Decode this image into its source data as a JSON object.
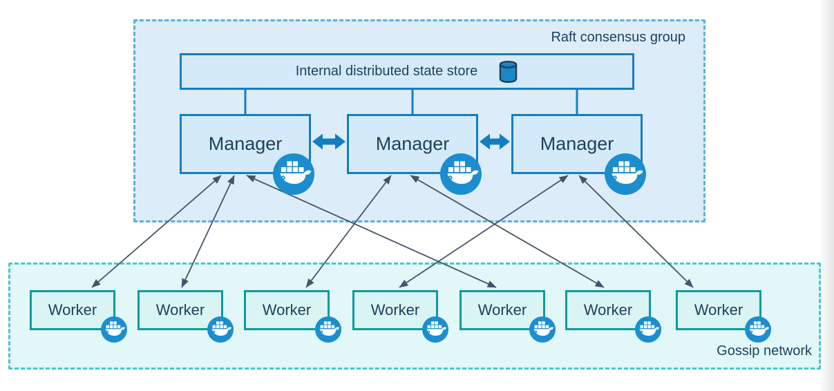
{
  "raft_group": {
    "label": "Raft consensus group",
    "state_store": {
      "label": "Internal distributed state store",
      "icon": "database-cylinder-icon"
    },
    "managers": [
      {
        "id": "manager-1",
        "label": "Manager",
        "icon": "docker-whale-icon"
      },
      {
        "id": "manager-2",
        "label": "Manager",
        "icon": "docker-whale-icon"
      },
      {
        "id": "manager-3",
        "label": "Manager",
        "icon": "docker-whale-icon"
      }
    ]
  },
  "gossip_network": {
    "label": "Gossip network",
    "workers": [
      {
        "id": "worker-1",
        "label": "Worker",
        "icon": "docker-whale-icon"
      },
      {
        "id": "worker-2",
        "label": "Worker",
        "icon": "docker-whale-icon"
      },
      {
        "id": "worker-3",
        "label": "Worker",
        "icon": "docker-whale-icon"
      },
      {
        "id": "worker-4",
        "label": "Worker",
        "icon": "docker-whale-icon"
      },
      {
        "id": "worker-5",
        "label": "Worker",
        "icon": "docker-whale-icon"
      },
      {
        "id": "worker-6",
        "label": "Worker",
        "icon": "docker-whale-icon"
      },
      {
        "id": "worker-7",
        "label": "Worker",
        "icon": "docker-whale-icon"
      }
    ]
  },
  "connections": {
    "store_to_managers": [
      "manager-1",
      "manager-2",
      "manager-3"
    ],
    "manager_peer_links": [
      {
        "from": "manager-1",
        "to": "manager-2",
        "style": "thick-double-arrow"
      },
      {
        "from": "manager-2",
        "to": "manager-3",
        "style": "thick-double-arrow"
      }
    ],
    "manager_worker_links": [
      {
        "from": "manager-1",
        "to": "worker-1",
        "style": "bidirectional"
      },
      {
        "from": "manager-1",
        "to": "worker-2",
        "style": "bidirectional"
      },
      {
        "from": "manager-1",
        "to": "worker-5",
        "style": "bidirectional"
      },
      {
        "from": "manager-2",
        "to": "worker-3",
        "style": "bidirectional"
      },
      {
        "from": "manager-2",
        "to": "worker-6",
        "style": "bidirectional"
      },
      {
        "from": "manager-3",
        "to": "worker-4",
        "style": "bidirectional"
      },
      {
        "from": "manager-3",
        "to": "worker-7",
        "style": "bidirectional"
      }
    ]
  },
  "colors": {
    "raft_fill": "#dcedf9",
    "raft_border": "#5caede",
    "blue_node_fill": "#d5eaf8",
    "blue_node_border": "#147dc2",
    "gossip_fill": "#e1f7f8",
    "gossip_border": "#49c5cc",
    "worker_fill": "#d9f4f2",
    "worker_border": "#0e9a9e",
    "docker_blue": "#1c8dce",
    "link_line": "#42566a",
    "text": "#1e415c"
  }
}
